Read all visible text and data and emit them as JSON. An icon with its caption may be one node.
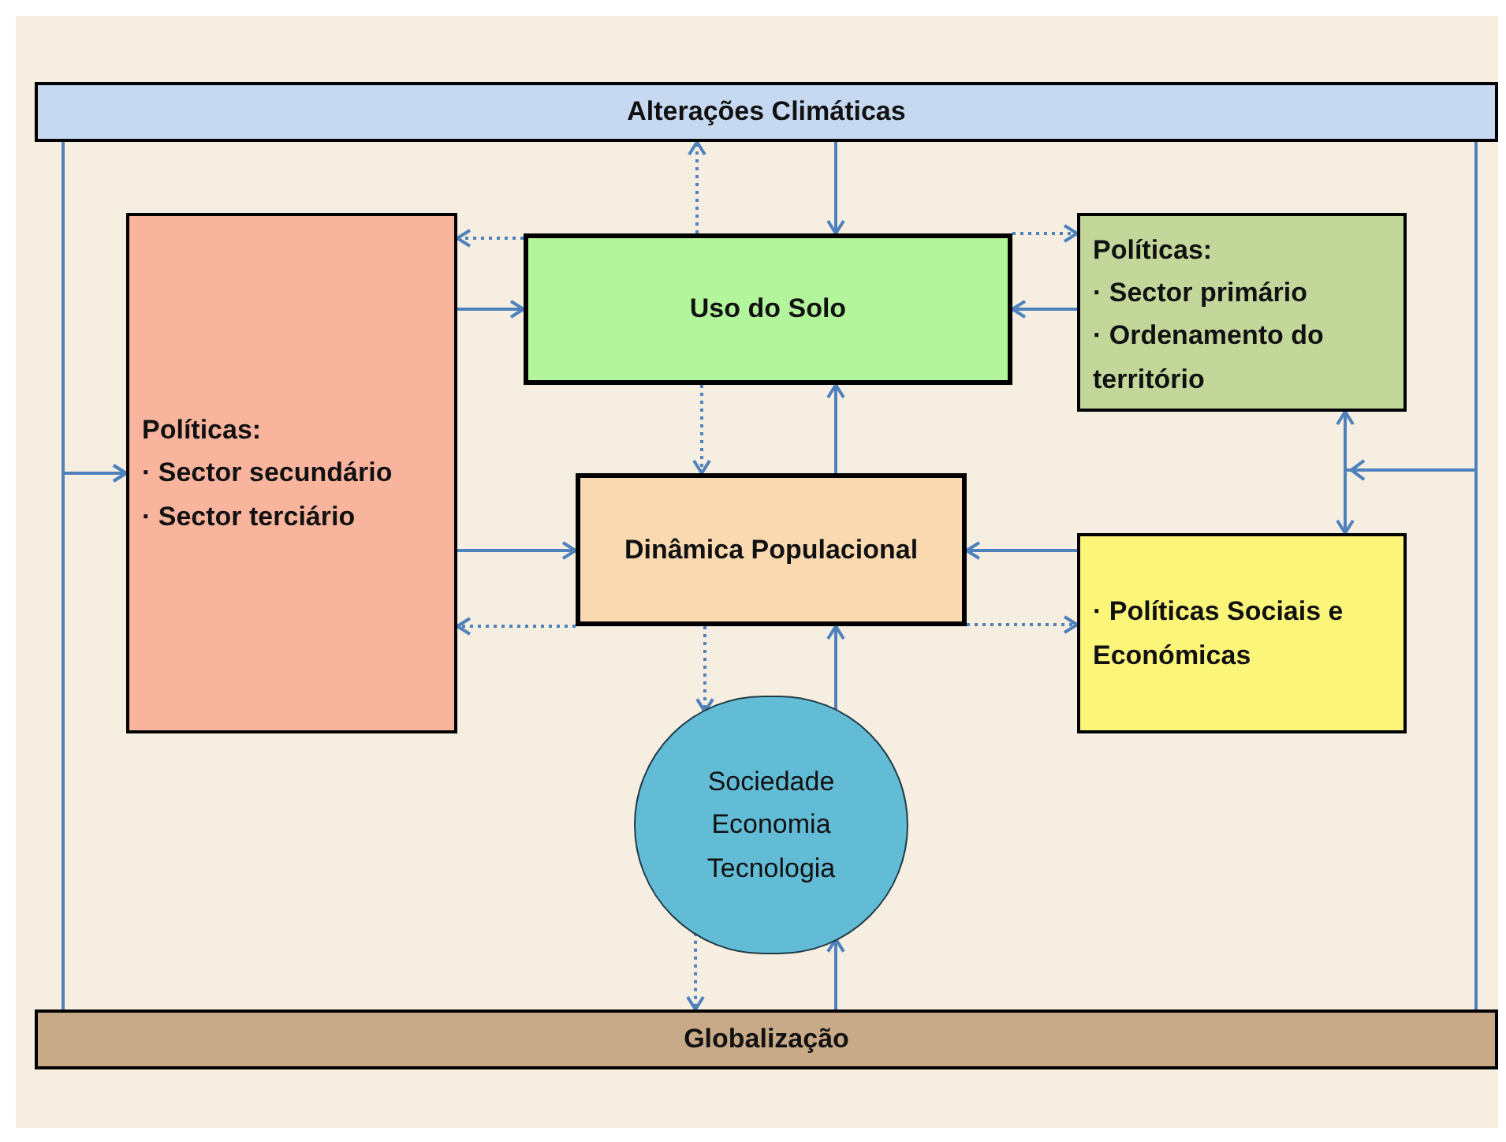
{
  "diagram": {
    "nodes": [
      {
        "text": [
          "Alterações Climáticas"
        ]
      },
      {
        "text": [
          "Políticas:",
          "· Sector secundário",
          "· Sector terciário"
        ]
      },
      {
        "text": [
          "Uso do Solo"
        ]
      },
      {
        "text": [
          "Políticas:",
          "· Sector primário",
          "· Ordenamento do território"
        ]
      },
      {
        "text": [
          "Dinâmica Populacional"
        ]
      },
      {
        "text": [
          "· Políticas Sociais e Económicas"
        ]
      },
      {
        "text": [
          "Sociedade",
          "Economia",
          "Tecnologia"
        ]
      },
      {
        "text": [
          "Globalização"
        ]
      }
    ],
    "edges": [
      {
        "from": 2,
        "to": 0,
        "arrow": "to",
        "style": "dashed"
      },
      {
        "from": 0,
        "to": 2,
        "arrow": "to"
      },
      {
        "from": 2,
        "to": 1,
        "arrow": "to",
        "style": "dashed"
      },
      {
        "from": 1,
        "to": 2,
        "arrow": "to"
      },
      {
        "from": 2,
        "to": 3,
        "arrow": "to",
        "style": "dashed"
      },
      {
        "from": 3,
        "to": 2,
        "arrow": "to"
      },
      {
        "from": 2,
        "to": 4,
        "arrow": "to",
        "style": "dashed"
      },
      {
        "from": 4,
        "to": 2,
        "arrow": "to"
      },
      {
        "from": 1,
        "to": 4,
        "arrow": "to"
      },
      {
        "from": 4,
        "to": 1,
        "arrow": "to",
        "style": "dashed"
      },
      {
        "from": 5,
        "to": 4,
        "arrow": "to"
      },
      {
        "from": 4,
        "to": 5,
        "arrow": "to",
        "style": "dashed"
      },
      {
        "from": 3,
        "to": 5,
        "arrow": "both"
      },
      {
        "from": 4,
        "to": 6,
        "arrow": "to",
        "style": "dashed"
      },
      {
        "from": 6,
        "to": 4,
        "arrow": "to"
      },
      {
        "from": 6,
        "to": 7,
        "arrow": "to",
        "style": "dashed"
      },
      {
        "from": 7,
        "to": 6,
        "arrow": "to"
      },
      {
        "from": 0,
        "to": 1,
        "arrow": "to"
      },
      {
        "from": 7,
        "to": 1,
        "arrow": "to"
      },
      {
        "from": 0,
        "to": 3,
        "arrow": "to"
      },
      {
        "from": 7,
        "to": 5,
        "arrow": "to"
      }
    ]
  }
}
